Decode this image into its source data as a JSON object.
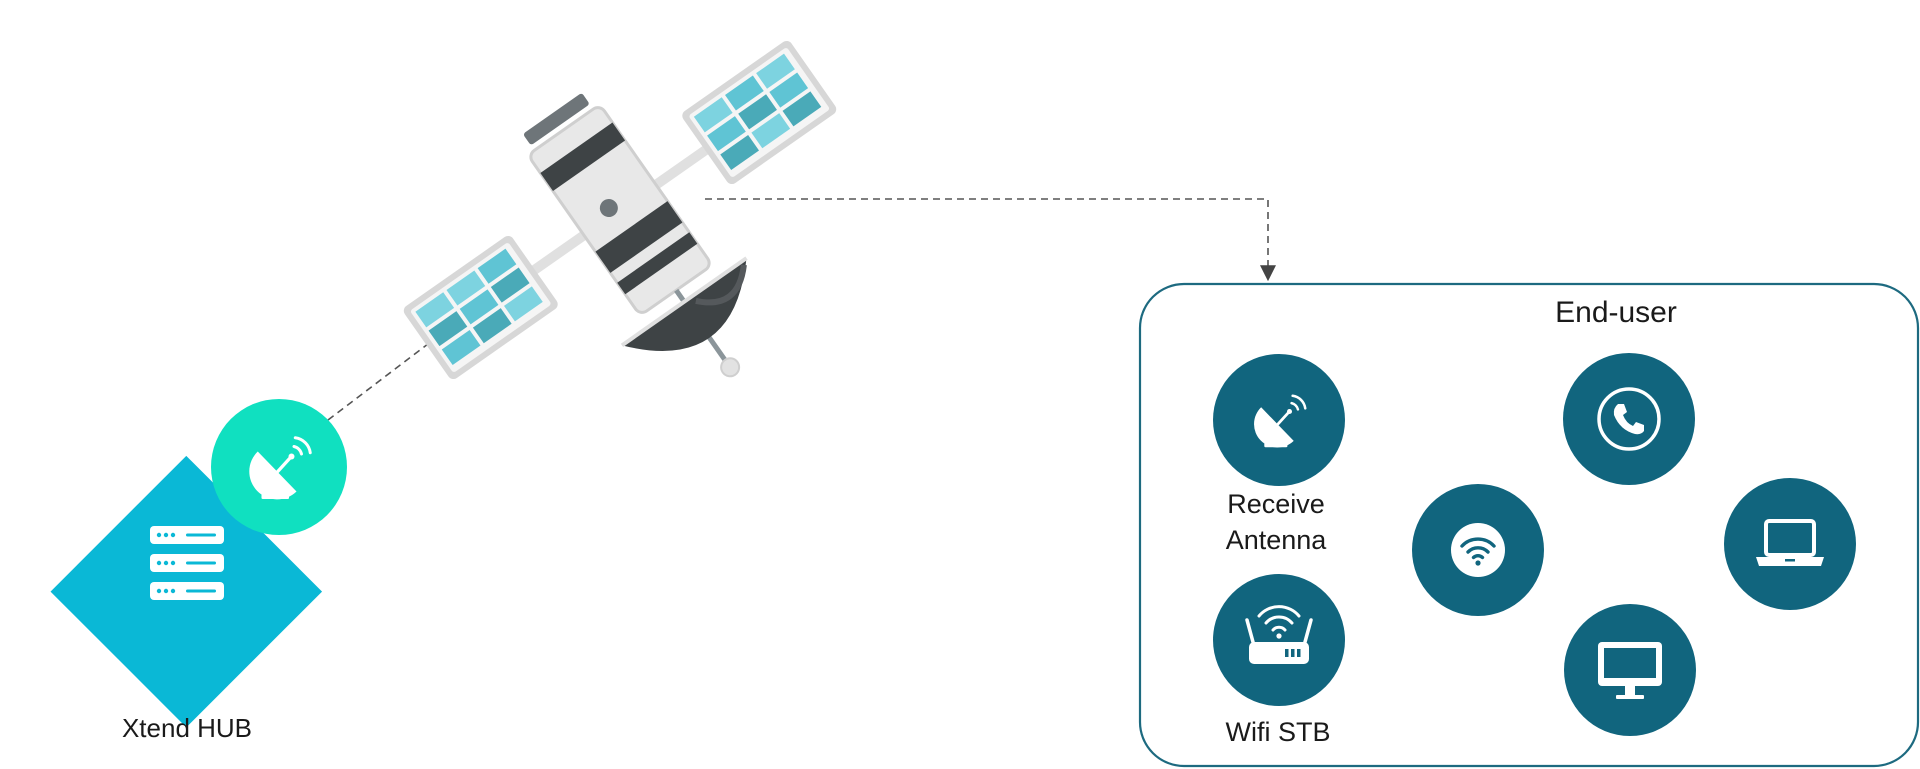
{
  "hub": {
    "label": "Xtend HUB",
    "icon": "server-stack-icon",
    "badge_icon": "satellite-dish-icon"
  },
  "satellite": {
    "icon": "satellite-icon"
  },
  "end_user": {
    "title": "End-user",
    "devices": [
      {
        "icon": "satellite-dish-icon",
        "label_line1": "Receive",
        "label_line2": "Antenna"
      },
      {
        "icon": "router-icon",
        "label": "Wifi STB"
      },
      {
        "icon": "wifi-icon"
      },
      {
        "icon": "phone-icon"
      },
      {
        "icon": "laptop-icon"
      },
      {
        "icon": "monitor-icon"
      }
    ]
  },
  "colors": {
    "hub_diamond": "#0ab8d6",
    "hub_badge": "#10e0c0",
    "device_circle": "#11657e",
    "panel_border": "#1d6a80",
    "arrow": "#555555",
    "solar_panel_light": "#7dd3e0",
    "solar_panel_dark": "#4aaab8",
    "satellite_body": "#e6e6e6",
    "satellite_dark": "#3e4345"
  }
}
